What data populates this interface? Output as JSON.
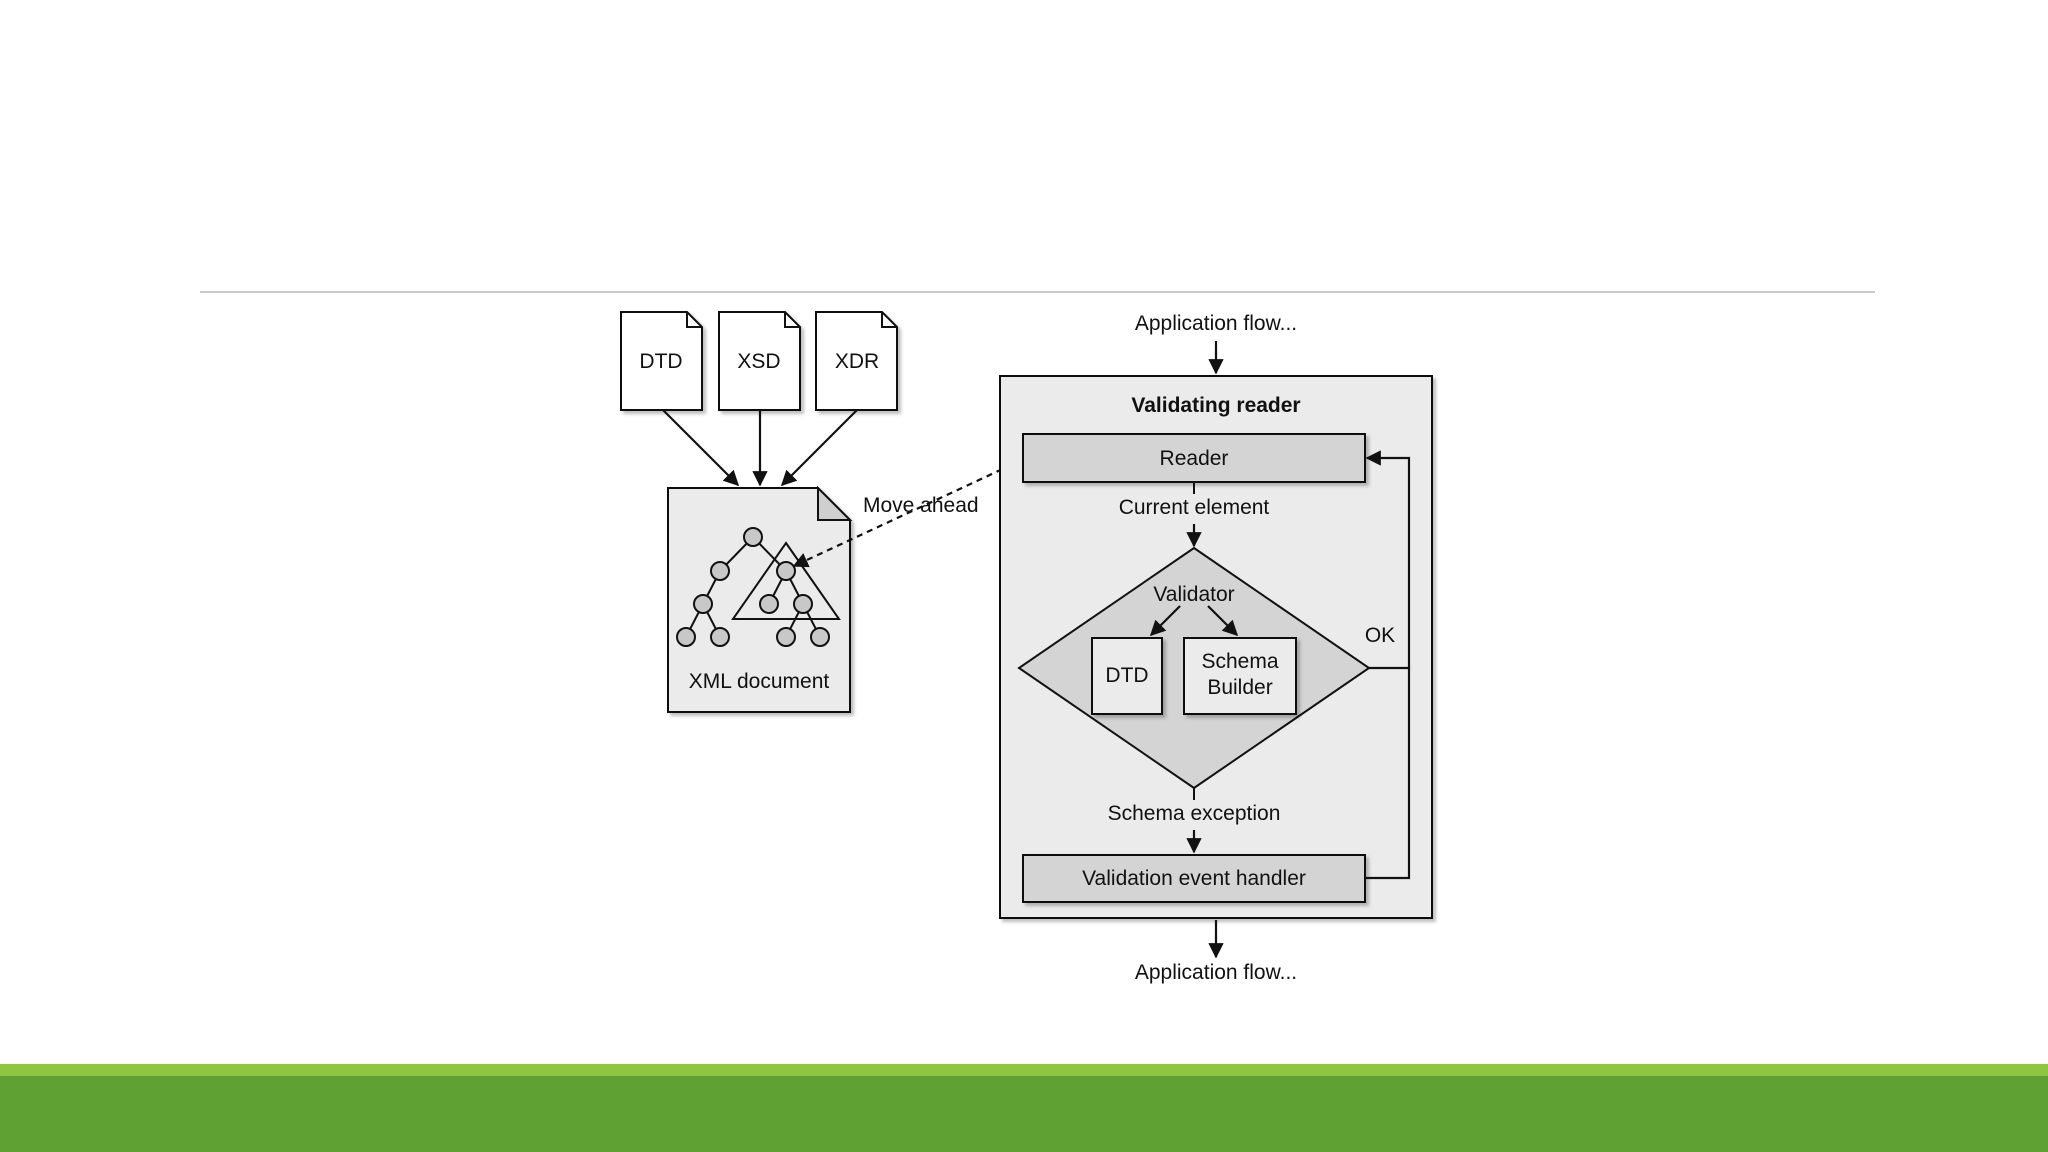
{
  "diagram": {
    "schema_docs": [
      "DTD",
      "XSD",
      "XDR"
    ],
    "xml_document_label": "XML document",
    "move_ahead_label": "Move ahead",
    "app_flow_top": "Application flow...",
    "app_flow_bottom": "Application flow...",
    "validating_reader_title": "Validating reader",
    "reader_label": "Reader",
    "current_element_label": "Current element",
    "validator_label": "Validator",
    "dtd_inner_label": "DTD",
    "schema_builder_line1": "Schema",
    "schema_builder_line2": "Builder",
    "ok_label": "OK",
    "schema_exception_label": "Schema exception",
    "validation_handler_label": "Validation event handler"
  },
  "colors": {
    "footer_light": "#8dc63f",
    "footer_dark": "#5fa133",
    "box_fill": "#ebebeb",
    "box_dark_fill": "#d4d4d4"
  }
}
